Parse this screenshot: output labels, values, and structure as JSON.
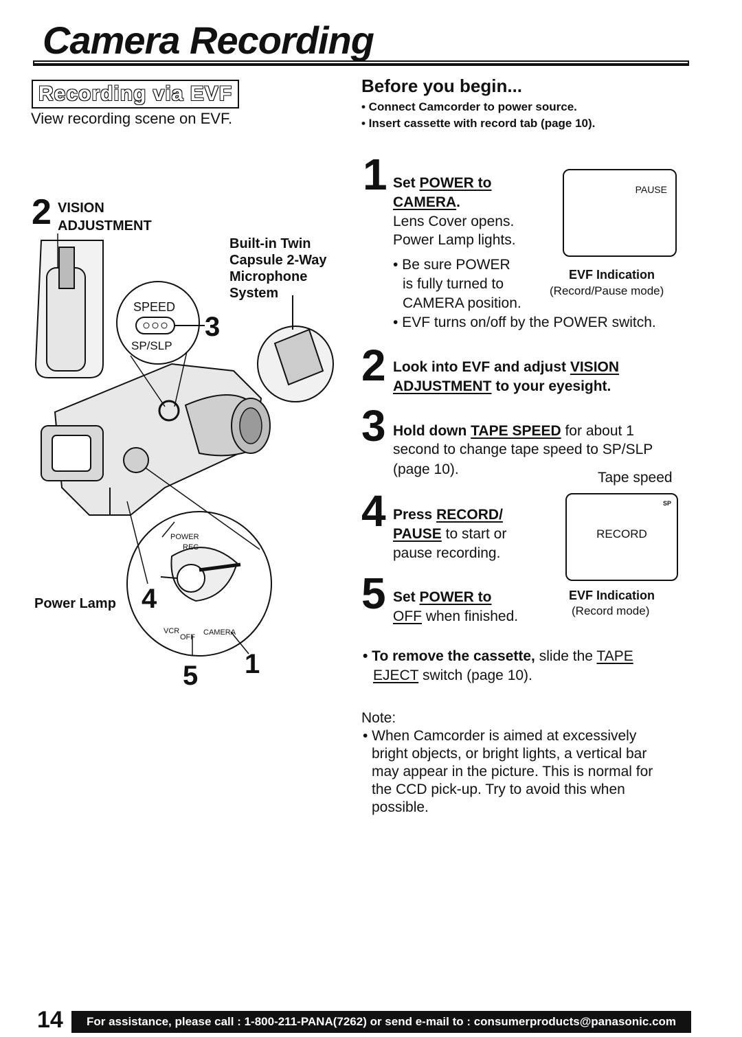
{
  "page": {
    "title": "Camera Recording",
    "page_number": "14"
  },
  "section": {
    "heading": "Recording via EVF",
    "intro": "View recording scene on EVF."
  },
  "before_begin": {
    "heading": "Before you begin...",
    "items": [
      "• Connect Camcorder to power source.",
      "• Insert cassette with record tab (page 10)."
    ]
  },
  "illustration": {
    "callout_vision_num": "2",
    "callout_vision_line1": "VISION",
    "callout_vision_line2": "ADJUSTMENT",
    "mic_line1": "Built-in Twin",
    "mic_line2": "Capsule 2-Way",
    "mic_line3": "Microphone",
    "mic_line4": "System",
    "speed_label": "SPEED",
    "speed_sub": "SP/SLP",
    "speed_num": "3",
    "power_lamp": "Power Lamp",
    "power_label": "POWER",
    "rec_label": "REC",
    "dial_vcr": "VCR",
    "dial_off": "OFF",
    "dial_camera": "CAMERA",
    "num_4": "4",
    "num_5": "5",
    "num_1": "1"
  },
  "steps": {
    "s1": {
      "num": "1",
      "l1_a": "Set ",
      "l1_b": "POWER to",
      "l2": "CAMERA",
      "l2_end": ".",
      "l3": "Lens Cover opens.",
      "l4": "Power Lamp lights.",
      "b1": "• Be sure POWER",
      "b2": "is fully turned to",
      "b3": "CAMERA position.",
      "b4": "• EVF turns on/off by the POWER switch."
    },
    "s2": {
      "num": "2",
      "l1_a": "Look into EVF and adjust ",
      "l1_b": "VISION",
      "l2_a": "ADJUSTMENT",
      "l2_b": " to your eyesight."
    },
    "s3": {
      "num": "3",
      "l1_a": "Hold down ",
      "l1_b": "TAPE SPEED",
      "l1_c": " for about 1",
      "l2": "second to change tape speed to SP/SLP",
      "l3": "(page 10)."
    },
    "s4": {
      "num": "4",
      "l1_a": "Press ",
      "l1_b": "RECORD/",
      "l2_a": "PAUSE",
      "l2_b": " to start or",
      "l3": "pause recording."
    },
    "s5": {
      "num": "5",
      "l1_a": "Set ",
      "l1_b": "POWER to",
      "l2_a": "OFF",
      "l2_b": " when finished."
    }
  },
  "evf1": {
    "screen_text": "PAUSE",
    "caption": "EVF Indication",
    "mode": "(Record/Pause mode)"
  },
  "evf2": {
    "tape_speed_label": "Tape speed",
    "sp": "SP",
    "screen_text": "RECORD",
    "caption": "EVF Indication",
    "mode": "(Record mode)"
  },
  "remove": {
    "a": "• To remove the cassette,",
    "b": " slide the ",
    "c": "TAPE",
    "d": "EJECT",
    "e": " switch (page 10)."
  },
  "note": {
    "heading": "Note:",
    "lines": [
      "• When Camcorder is aimed at excessively",
      "bright objects, or bright lights, a vertical bar",
      "may appear in the picture. This is normal for",
      "the CCD pick-up. Try to avoid this when",
      "possible."
    ]
  },
  "footer": {
    "text": "For assistance, please call : 1-800-211-PANA(7262) or send e-mail to : consumerproducts@panasonic.com"
  }
}
